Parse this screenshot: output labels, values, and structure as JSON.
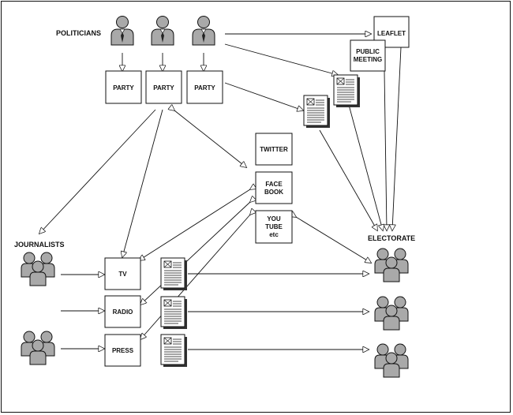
{
  "labels": {
    "politicians": "POLITICIANS",
    "journalists": "JOURNALISTS",
    "electorate": "ELECTORATE"
  },
  "nodes": {
    "party_1": "PARTY",
    "party_2": "PARTY",
    "party_3": "PARTY",
    "leaflet": "LEAFLET",
    "public_meeting": [
      "PUBLIC",
      "MEETING"
    ],
    "twitter": "TWITTER",
    "facebook": [
      "FACE",
      "BOOK"
    ],
    "youtube": [
      "YOU",
      "TUBE",
      "etc"
    ],
    "tv": "TV",
    "radio": "RADIO",
    "press": "PRESS"
  },
  "icons": {
    "politician": "person-with-tie-icon",
    "group": "people-group-icon",
    "document": "newspaper-document-icon"
  },
  "colors": {
    "icon_fill": "#a9a9a9",
    "icon_dark": "#6e6e6e",
    "line": "#111111"
  }
}
